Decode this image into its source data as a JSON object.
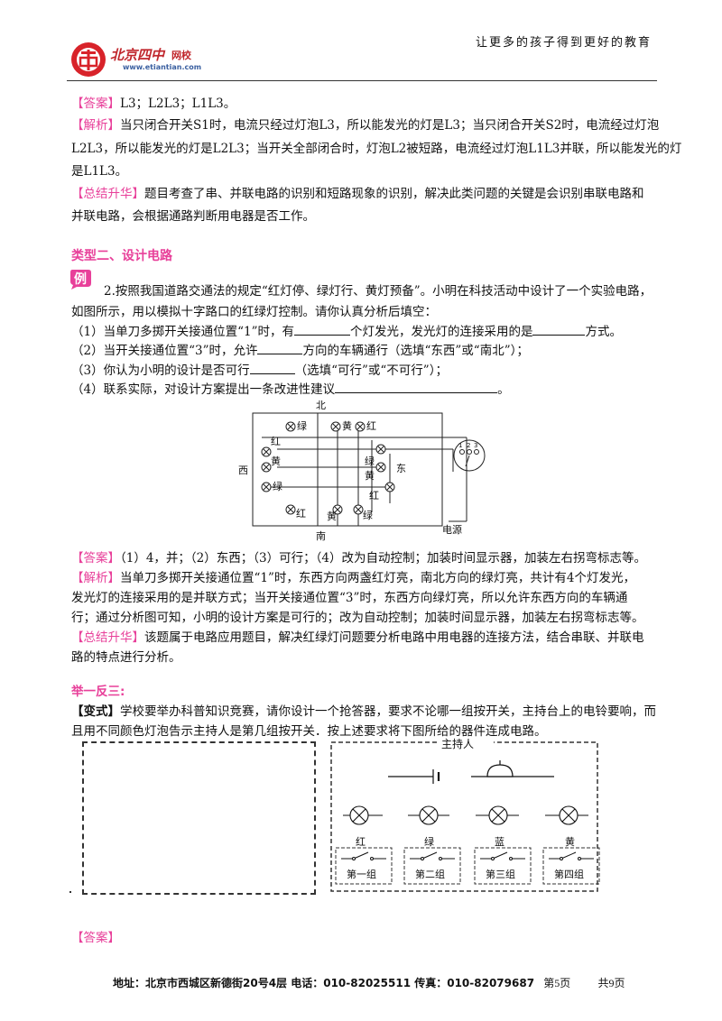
{
  "header": {
    "logo_name": "北京四中",
    "logo_net": "网校",
    "logo_url": "www.etiantian.com",
    "slogan": "让更多的孩子得到更好的教育"
  },
  "answer1": {
    "tag": "【答案】",
    "text": "L3；L2L3；L1L3。"
  },
  "analysis1": {
    "tag": "【解析】",
    "lines": [
      "当只闭合开关S1时，电流只经过灯泡L3，所以能发光的灯是L3；当只闭合开关S2时，电流经过灯泡",
      "L2L3，所以能发光的灯是L2L3；当开关全部闭合时，灯泡L2被短路，电流经过灯泡L1L3并联，所以能发光的灯",
      "是L1L3。"
    ]
  },
  "summary1": {
    "tag": "【总结升华】",
    "lines": [
      "题目考查了串、并联电路的识别和短路现象的识别，解决此类问题的关键是会识别串联电路和",
      "并联电路，会根据通路判断用电器是否工作。"
    ]
  },
  "section2_title": "类型二、设计电路",
  "example_badge": "例",
  "question": {
    "intro_lines": [
      "2.按照我国道路交通法的规定“红灯停、绿灯行、黄灯预备”。小明在科技活动中设计了一个实验电路，",
      "如图所示，用以模拟十字路口的红绿灯控制。请你认真分析后填空："
    ],
    "q1_a": "（1）当单刀多掷开关接通位置“1”时，有",
    "q1_b": "个灯发光，发光灯的连接采用的是",
    "q1_c": "方式。",
    "q2_a": "（2）当开关接通位置“3”时，允许",
    "q2_b": "方向的车辆通行（选填“东西”或“南北”）；",
    "q3_a": "（3）你认为小明的设计是否可行",
    "q3_b": "（选填“可行”或“不可行”）；",
    "q4_a": "（4）联系实际，对设计方案提出一条改进性建议",
    "q4_b": "。"
  },
  "figure1": {
    "north": "北",
    "south": "南",
    "west": "西",
    "east": "东",
    "power": "电源",
    "red": "红",
    "green": "绿",
    "yellow": "黄",
    "switch_positions": [
      "1",
      "2",
      "3"
    ]
  },
  "answer2": {
    "tag": "【答案】",
    "text": "（1）4，并；（2）东西；（3）可行；（4）改为自动控制；加装时间显示器，加装左右拐弯标志等。"
  },
  "analysis2": {
    "tag": "【解析】",
    "lines": [
      "当单刀多掷开关接通位置“1”时，东西方向两盏红灯亮，南北方向的绿灯亮，共计有4个灯发光，",
      "发光灯的连接采用的是并联方式；当开关接通位置“3”时，东西方向绿灯亮，所以允许东西方向的车辆通",
      "行；通过分析图可知，小明的设计方案是可行的；改为自动控制；加装时间显示器，加装左右拐弯标志等。"
    ]
  },
  "summary2": {
    "tag": "【总结升华】",
    "lines": [
      "该题属于电路应用题目，解决红绿灯问题要分析电路中用电器的连接方法，结合串联、并联电",
      "路的特点进行分析。"
    ]
  },
  "practice_title": "举一反三:",
  "variant": {
    "tag": "【变式】",
    "lines": [
      "学校要举办科普知识竞赛，请你设计一个抢答器，要求不论哪一组按开关，主持台上的电铃要响，而",
      "且用不同颜色灯泡告示主持人是第几组按开关．按上述要求将下图所给的器件连成电路。"
    ]
  },
  "figure2": {
    "host": "主持人",
    "colors": [
      "红",
      "绿",
      "蓝",
      "黄"
    ],
    "groups": [
      "第一组",
      "第二组",
      "第三组",
      "第四组"
    ]
  },
  "answer3_tag": "【答案】",
  "footer": {
    "address": "地址：北京市西城区新德街20号4层 电话：010-82025511 传真：010-82079687",
    "page": "第5页",
    "total": "共9页"
  }
}
